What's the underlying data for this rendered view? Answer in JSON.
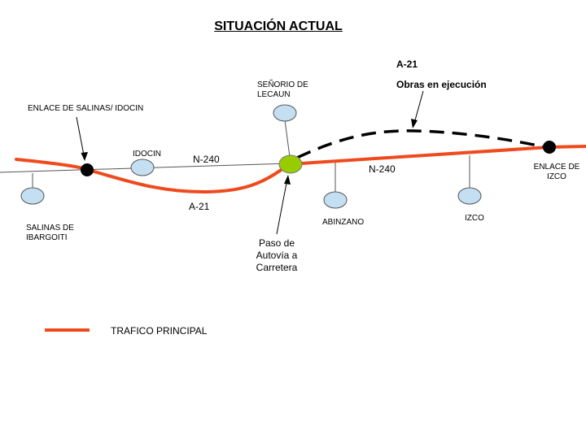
{
  "title": "SITUACIÓN ACTUAL",
  "a21_works": {
    "road": "A-21",
    "status": "Obras en ejecución"
  },
  "places": {
    "senorio_de_lecaun": [
      "SEÑORIO DE",
      "LECAUN"
    ],
    "enlace_salinas_idocin": "ENLACE DE SALINAS/ IDOCIN",
    "idocin": "IDOCIN",
    "salinas_de_ibargoiti": [
      "SALINAS DE",
      "IBARGOITI"
    ],
    "abinzano": "ABINZANO",
    "izco": "IZCO",
    "enlace_de_izco": [
      "ENLACE DE",
      "IZCO"
    ]
  },
  "roads": {
    "n240_left": "N-240",
    "n240_right": "N-240",
    "a21": "A-21"
  },
  "transition_note": [
    "Paso de",
    "Autovía a",
    "Carretera"
  ],
  "legend": {
    "main_traffic": "TRAFICO PRINCIPAL"
  },
  "colors": {
    "main_traffic": "#f04a1c",
    "road_line": "#555555",
    "node_fill": "#c5dff2",
    "transition_node": "#99cc00",
    "junction_node": "#000000",
    "works_dash": "#000000"
  }
}
